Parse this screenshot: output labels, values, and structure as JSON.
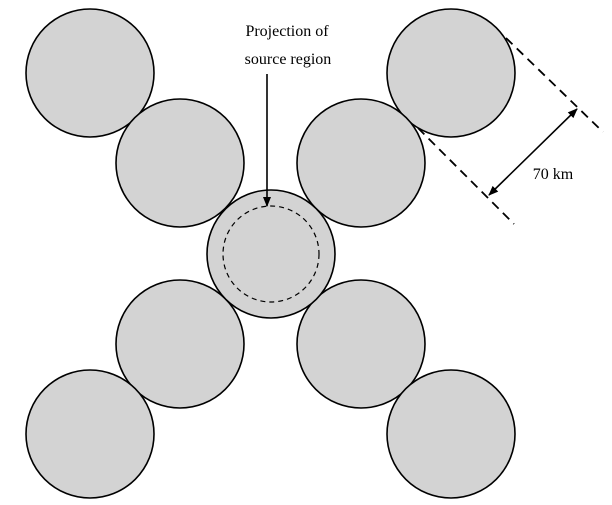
{
  "annotation": {
    "line1": "Projection of",
    "line2": "source region"
  },
  "dimension": {
    "label": "70 km"
  },
  "colors": {
    "circle_fill": "#d3d3d3",
    "stroke": "#000000",
    "background": "#ffffff"
  }
}
